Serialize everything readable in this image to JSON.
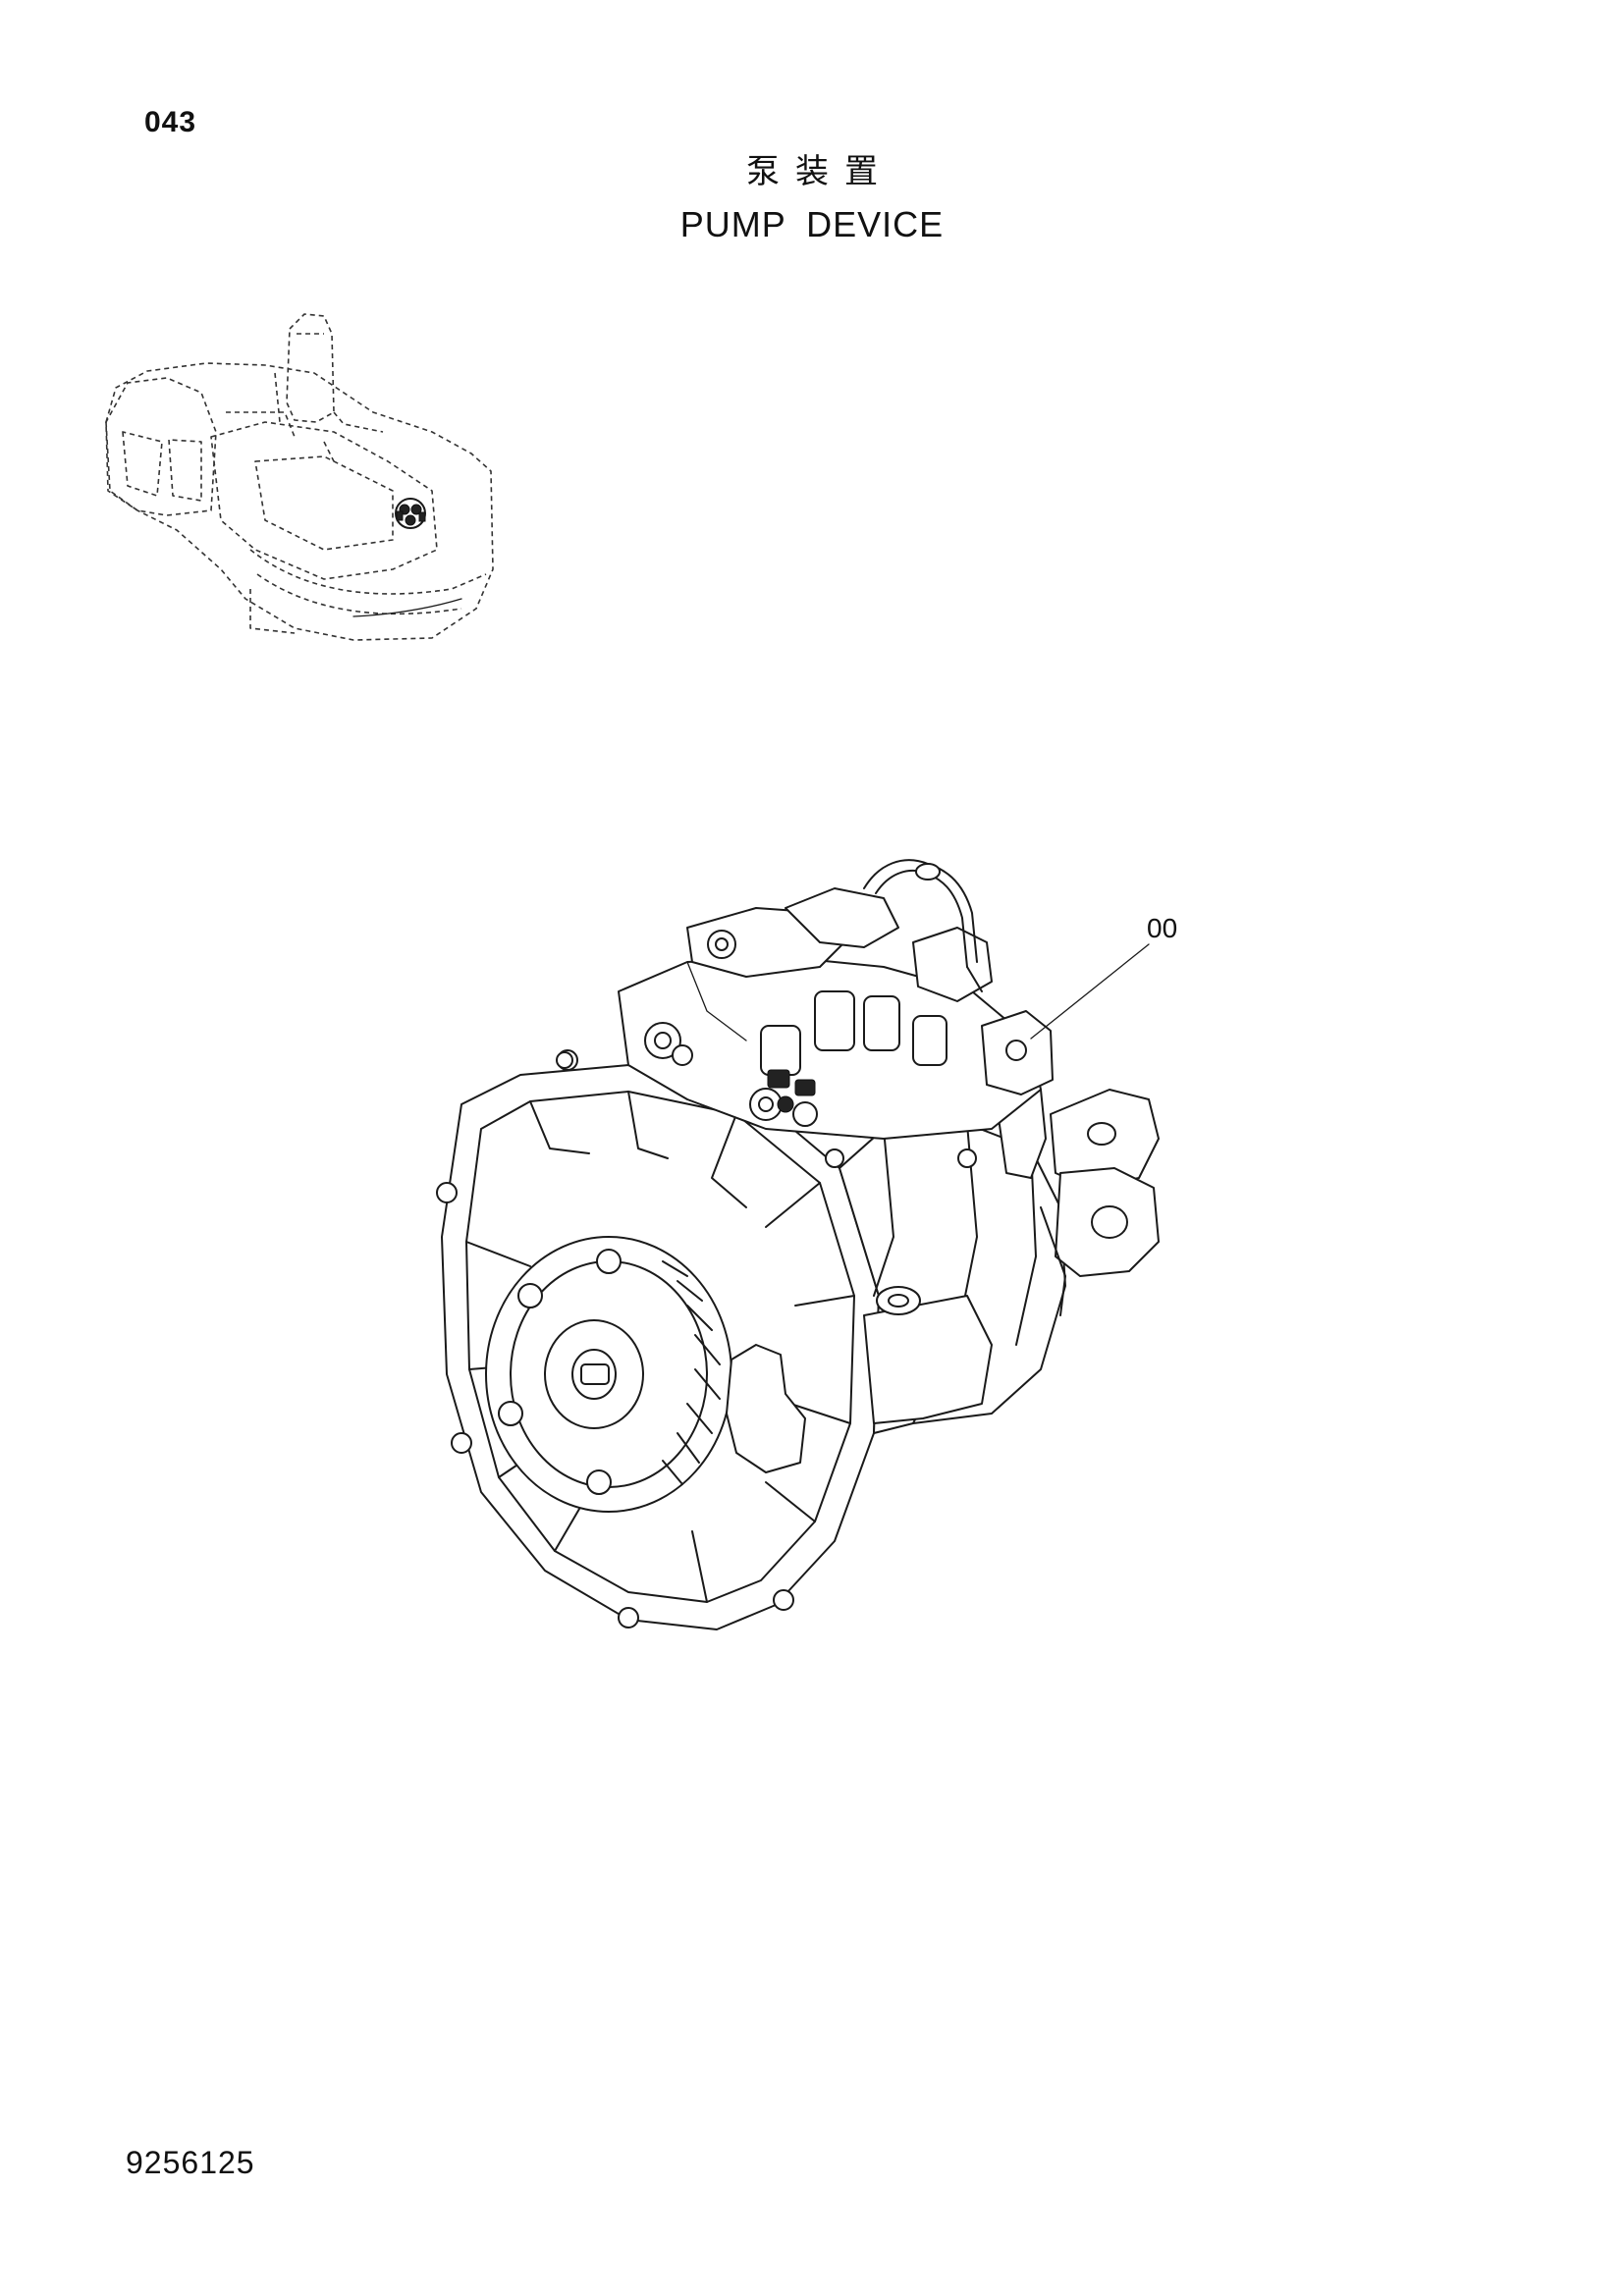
{
  "page": {
    "number": "043",
    "title_cn": "泵装置",
    "title_en": "PUMP DEVICE",
    "doc_number": "9256125"
  },
  "callouts": [
    {
      "label": "00"
    }
  ],
  "icons": {
    "locator": "excavator-locator-icon",
    "assembly": "pump-assembly-icon"
  },
  "colors": {
    "ink": "#1a1a1a",
    "paper": "#ffffff"
  }
}
